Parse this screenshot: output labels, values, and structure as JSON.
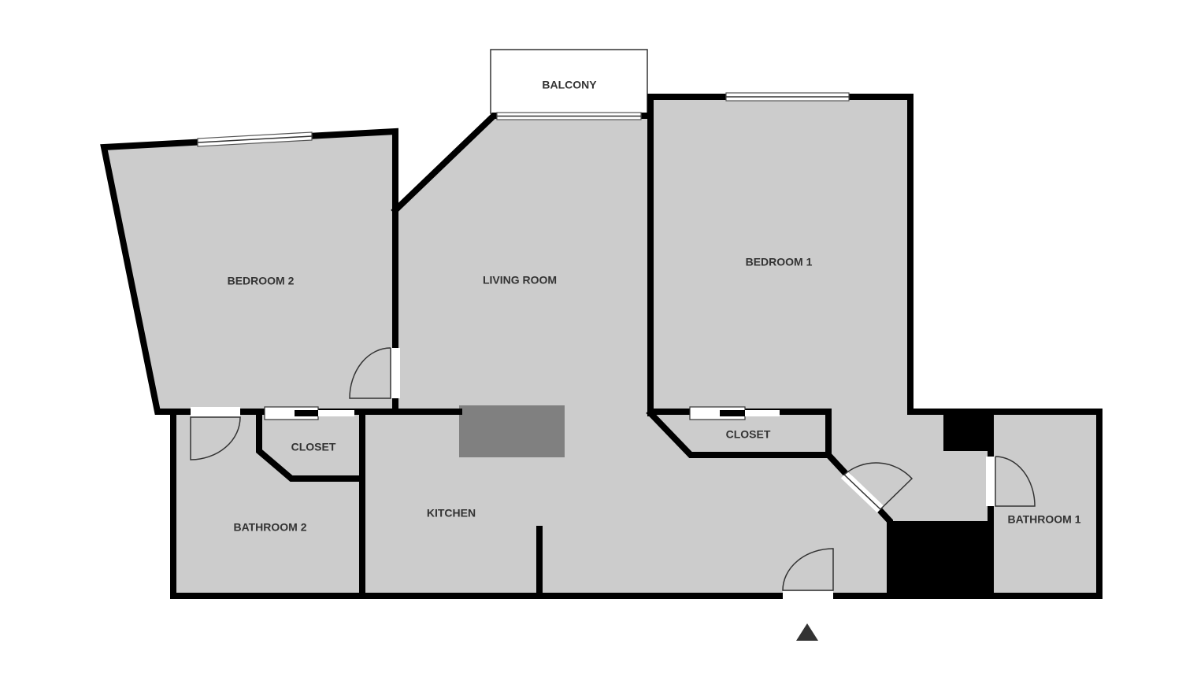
{
  "rooms": {
    "balcony": "BALCONY",
    "bedroom1": "BEDROOM 1",
    "bedroom2": "BEDROOM 2",
    "living_room": "LIVING ROOM",
    "closet_left": "CLOSET",
    "closet_right": "CLOSET",
    "kitchen": "KITCHEN",
    "bathroom1": "BATHROOM 1",
    "bathroom2": "BATHROOM 2"
  },
  "colors": {
    "floor": "#cccccc",
    "wall": "#000000",
    "island": "#808080",
    "background": "#ffffff"
  },
  "icons": {
    "entrance": "entrance-arrow-icon"
  }
}
